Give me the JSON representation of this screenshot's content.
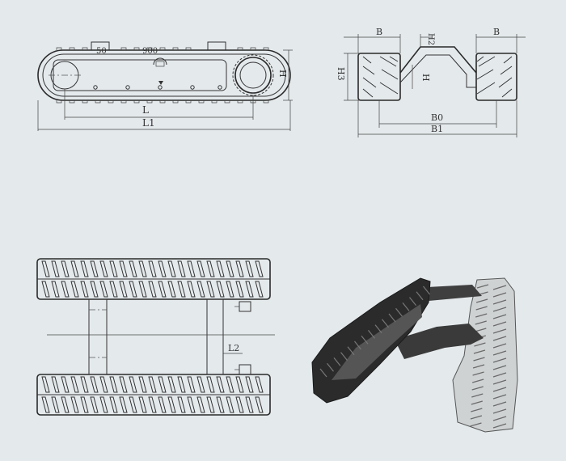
{
  "side_view": {
    "dims": {
      "overall_length": "L1",
      "pitch_length": "L",
      "height": "H",
      "note_left": "50",
      "note_mid": "900"
    }
  },
  "front_view": {
    "dims": {
      "track_width_left": "B",
      "track_width_right": "B",
      "frame_height": "H2",
      "inner_height": "H",
      "total_height": "H3",
      "gauge": "B0",
      "overall_width": "B1"
    }
  },
  "top_view": {
    "dims": {
      "crossbeam_offset": "L2"
    }
  },
  "colors": {
    "background": "#e4e9ec",
    "line": "#333333",
    "rubber": "#2b2b2b",
    "steel": "#4a4a4a",
    "rubber_light": "#c9ccce"
  }
}
